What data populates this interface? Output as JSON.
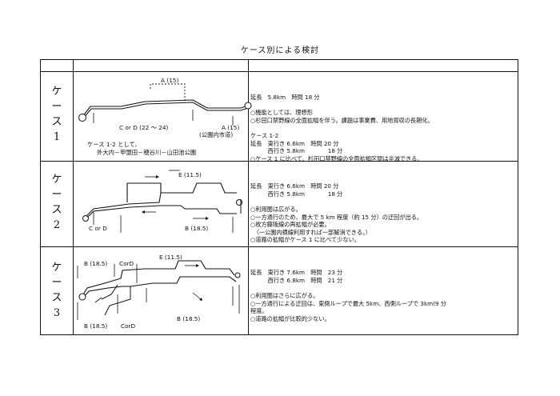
{
  "title": "ケース別による検討",
  "cases": [
    {
      "label": [
        "ケ",
        "ー",
        "ス",
        "1"
      ],
      "diagram": {
        "label_a_top": "A (15)",
        "label_cd": "C or D (22 ～ 24)",
        "label_a_right": "A (15)",
        "label_city_road": "(公園内市道)",
        "note_line1": "ケース 1-2 として、",
        "note_line2": "外大内－甲盟田－穂谷川－山田池公園"
      },
      "text": [
        "延長　5.8km　時間 18 分",
        "",
        "○機能としては、理想形",
        "○杉田口禁野線の全面拡幅を伴う。課題は事業費、用地買収の長期化。",
        "",
        "ケース 1-2",
        "延長　東行き 6.6km　時間 20 分",
        "　　　西行き 5.8km　　　　18 分",
        "○ケース 1 に比べて、杉田口禁野線の全面拡幅区間は半減できる。"
      ]
    },
    {
      "label": [
        "ケ",
        "ー",
        "ス",
        "2"
      ],
      "diagram": {
        "label_e": "E (11.5)",
        "label_cd": "C or D",
        "label_b": "B (18.5)"
      },
      "text": [
        "延長　東行き 6.6km　時間 20 分",
        "　　　西行き 5.8km　　　　18 分",
        "",
        "○利用圏は広がる。",
        "○一方通行のため、最大で 5 km 程度（約 15 分）の迂回が出る。",
        "○枚方藤阪線の再拡幅が必要。",
        "　（一公園内横線利用すれば一部解消できる。）",
        "○道路の拡幅がケース 1 に比べて少ない。"
      ]
    },
    {
      "label": [
        "ケ",
        "ー",
        "ス",
        "3"
      ],
      "diagram": {
        "label_b_top": "B (18.5)",
        "label_cd_top": "CorD",
        "label_e": "E (11.5)",
        "label_b_bottom": "B (18.5)",
        "label_cd_bottom": "CorD",
        "label_b_mid": "B (18.5)"
      },
      "text": [
        "延長　東行き 7.6km　時間　23 分",
        "　　　西行き 6.8km　時間　21 分",
        "",
        "○利用圏はさらに広がる。",
        "○一方通行による迂回は、東側ループで最大 5km、西側ループで 3km(9 分",
        "程度。",
        "○道路の拡幅が比較的少ない。"
      ]
    }
  ]
}
